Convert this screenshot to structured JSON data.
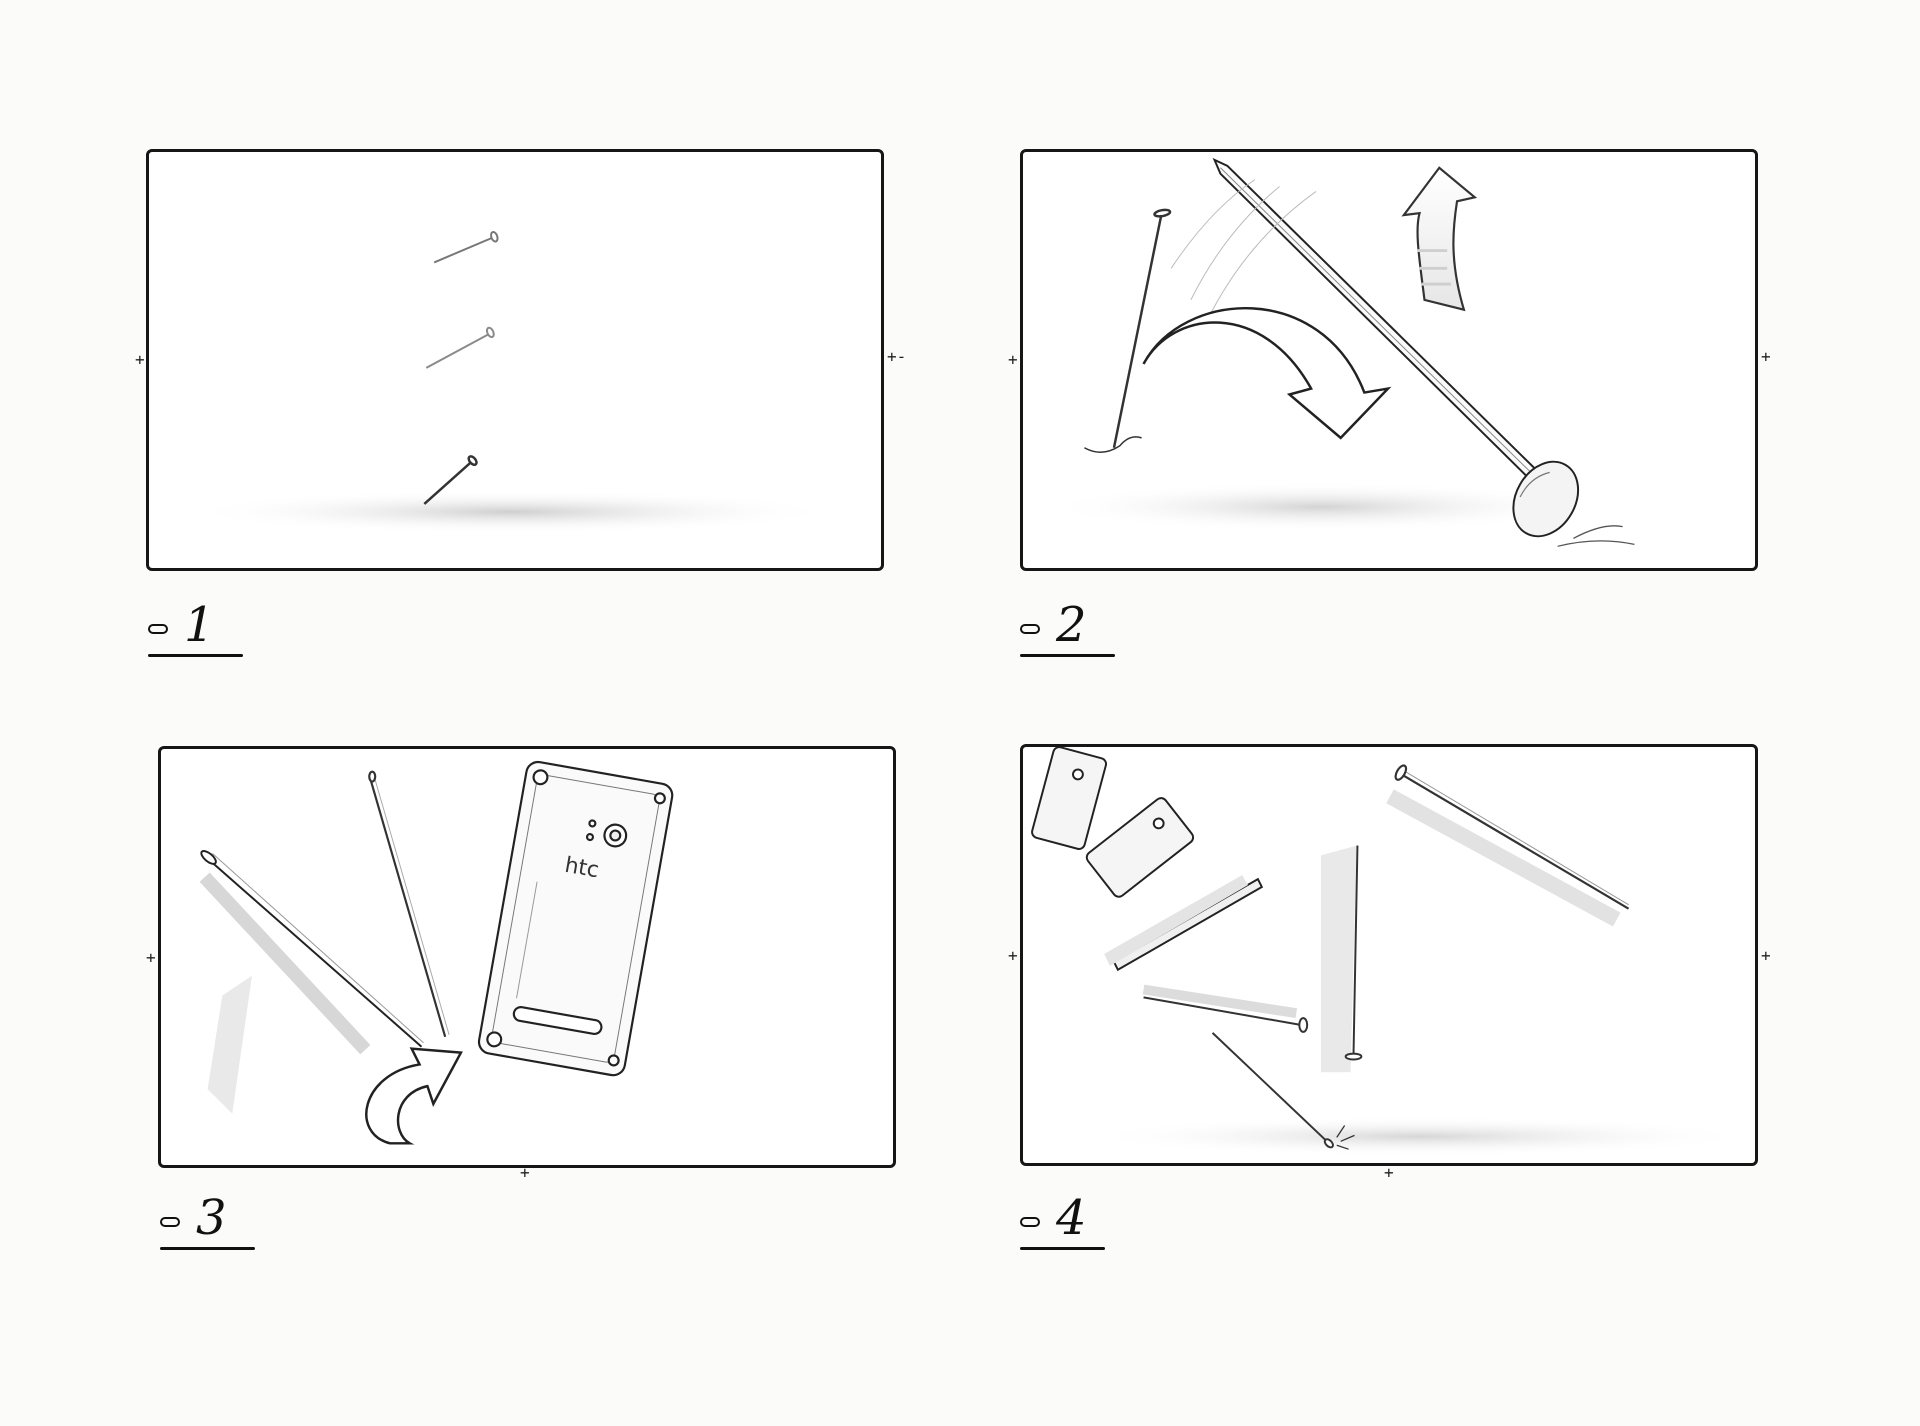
{
  "storyboard": {
    "frames": [
      {
        "number": "1"
      },
      {
        "number": "2"
      },
      {
        "number": "3"
      },
      {
        "number": "4"
      }
    ],
    "phone_brand": "htc",
    "colors": {
      "ink": "#161616",
      "paper": "#fbfbfa",
      "panel": "#ffffff",
      "shadow": "#d6d6d6"
    }
  }
}
